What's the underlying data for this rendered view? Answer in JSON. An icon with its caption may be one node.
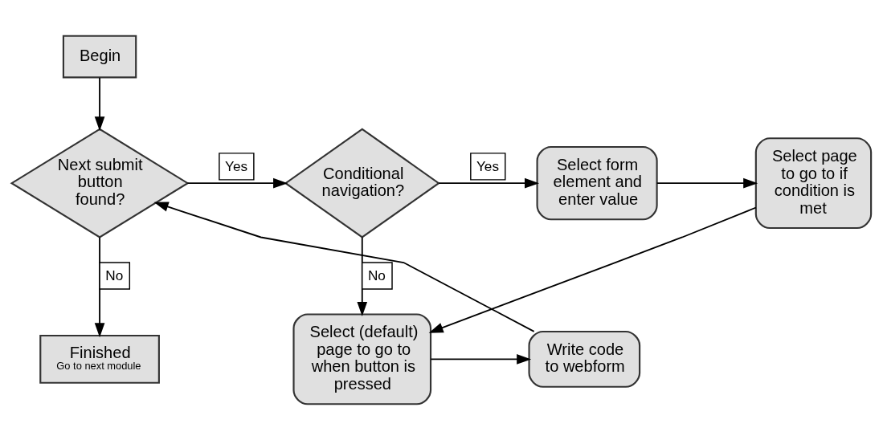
{
  "diagram": {
    "nodes": [
      {
        "text": [
          "Begin"
        ]
      },
      {
        "text": [
          "Next submit button found?"
        ]
      },
      {
        "text": [
          "Conditional navigation?"
        ]
      },
      {
        "text": [
          "Select form element and enter value"
        ]
      },
      {
        "text": [
          "Select page to go to if condition is met"
        ]
      },
      {
        "text": [
          "Select (default) page to go to when button is pressed"
        ]
      },
      {
        "text": [
          "Write code to webform"
        ]
      },
      {
        "text": [
          "Finished",
          "Go to next module"
        ]
      }
    ],
    "edges": [
      {
        "from": 0,
        "to": 1,
        "arrow": "to"
      },
      {
        "from": 1,
        "to": 2,
        "arrow": "to",
        "label": "Yes"
      },
      {
        "from": 2,
        "to": 3,
        "arrow": "to",
        "label": "Yes"
      },
      {
        "from": 3,
        "to": 4,
        "arrow": "to"
      },
      {
        "from": 1,
        "to": 7,
        "arrow": "to",
        "label": "No"
      },
      {
        "from": 2,
        "to": 5,
        "arrow": "to",
        "label": "No"
      },
      {
        "from": 4,
        "to": 5,
        "arrow": "to"
      },
      {
        "from": 5,
        "to": 6,
        "arrow": "to"
      },
      {
        "from": 6,
        "to": 1,
        "arrow": "to"
      }
    ]
  }
}
